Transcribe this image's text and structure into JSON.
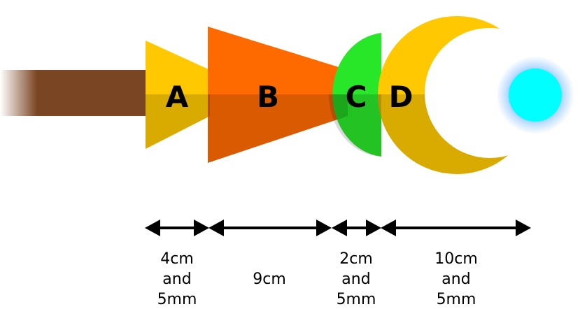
{
  "colors": {
    "handle": "#7a4522",
    "handle_fade": "#ffffff",
    "part_a": "#ffc800",
    "part_b": "#ff6a00",
    "part_c": "#28e628",
    "part_d": "#ffc800",
    "gem": "#00ffff",
    "gem_glow": "#4da6ff",
    "shade": "#000000",
    "arrows": "#000000"
  },
  "parts": [
    {
      "id": "A",
      "label": "A"
    },
    {
      "id": "B",
      "label": "B"
    },
    {
      "id": "C",
      "label": "C"
    },
    {
      "id": "D",
      "label": "D"
    }
  ],
  "measurements": [
    {
      "part": "A",
      "lines": [
        "4cm",
        "and",
        "5mm"
      ]
    },
    {
      "part": "B",
      "lines": [
        "9cm"
      ]
    },
    {
      "part": "C",
      "lines": [
        "2cm",
        "and",
        "5mm"
      ]
    },
    {
      "part": "D",
      "lines": [
        "10cm",
        "and",
        "5mm"
      ]
    }
  ]
}
